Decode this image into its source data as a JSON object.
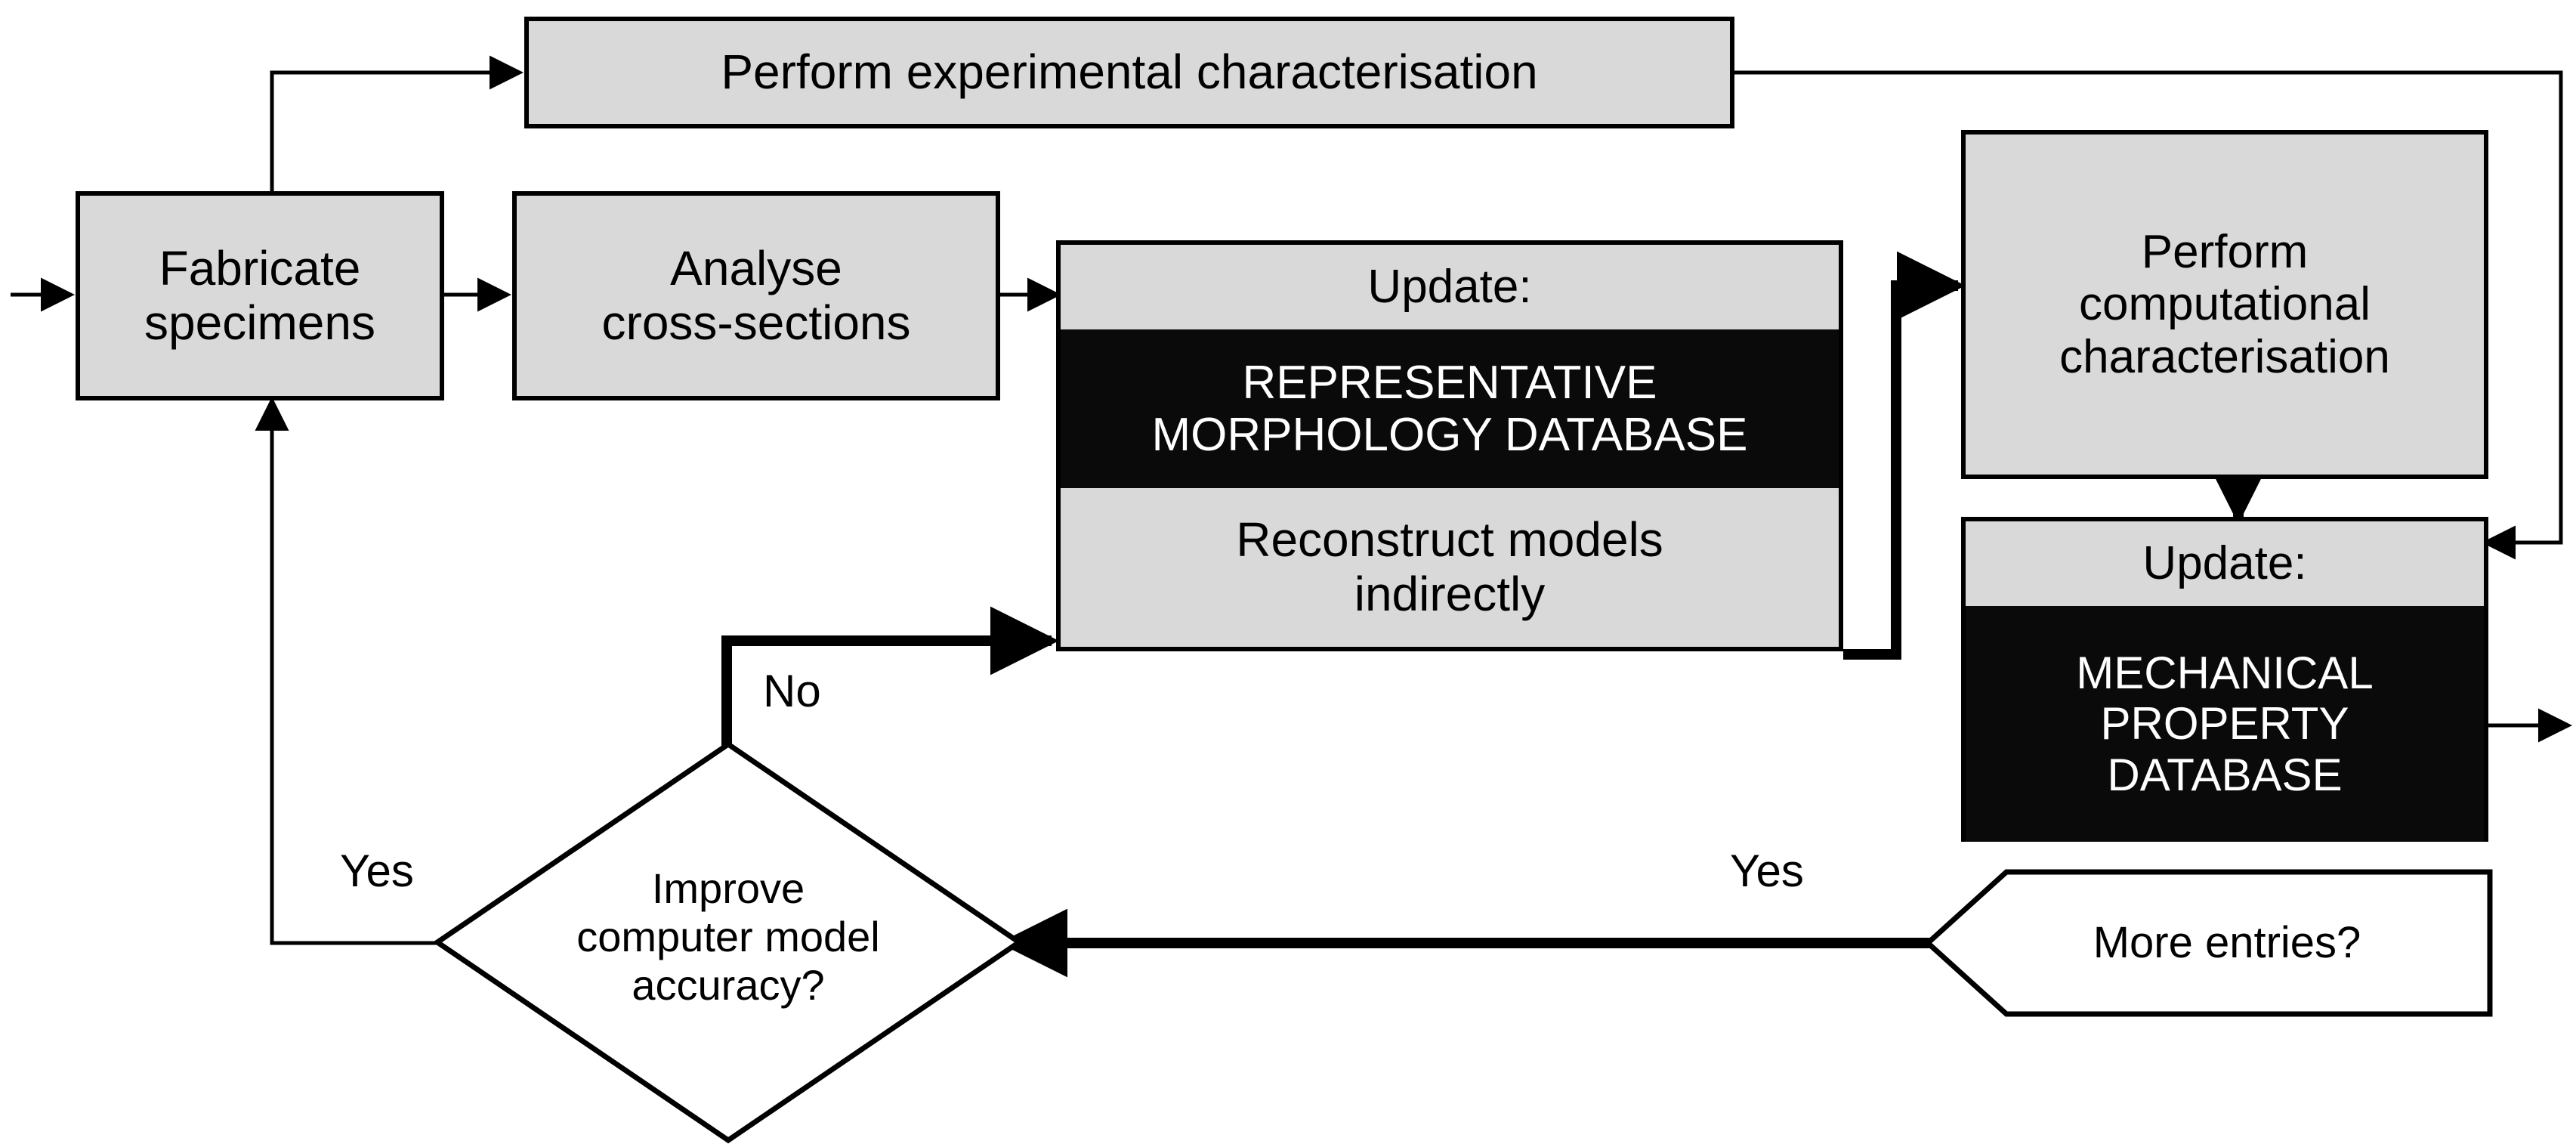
{
  "diagram": {
    "title": "Material characterisation workflow flowchart",
    "colors": {
      "process_fill": "#d9d9d9",
      "database_fill": "#0a0a0a",
      "database_text": "#ffffff",
      "stroke": "#000000",
      "background": "#ffffff"
    }
  },
  "nodes": {
    "experimental": {
      "label": "Perform experimental characterisation"
    },
    "fabricate": {
      "line1": "Fabricate",
      "line2": "specimens"
    },
    "analyse": {
      "line1": "Analyse",
      "line2": "cross-sections"
    },
    "morphology": {
      "header": "Update:",
      "db_line1": "REPRESENTATIVE",
      "db_line2": "MORPHOLOGY DATABASE",
      "footer_line1": "Reconstruct models",
      "footer_line2": "indirectly"
    },
    "computational": {
      "line1": "Perform",
      "line2": "computational",
      "line3": "characterisation"
    },
    "mechanical": {
      "header": "Update:",
      "db_line1": "MECHANICAL",
      "db_line2": "PROPERTY",
      "db_line3": "DATABASE"
    },
    "more_entries": {
      "label": "More entries?"
    },
    "decision": {
      "line1": "Improve",
      "line2": "computer model",
      "line3": "accuracy?"
    }
  },
  "edge_labels": {
    "no": "No",
    "yes_left": "Yes",
    "yes_right": "Yes"
  }
}
